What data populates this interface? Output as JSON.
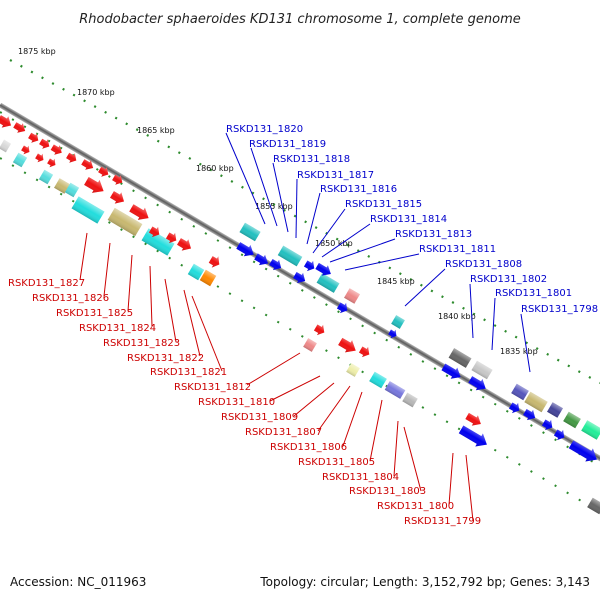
{
  "title": "Rhodobacter sphaeroides KD131 chromosome 1, complete genome",
  "footer": {
    "accession": "Accession: NC_011963",
    "summary": "Topology: circular; Length: 3,152,792 bp; Genes: 3,143"
  },
  "colors": {
    "upper_label": "#0000cc",
    "lower_label": "#cc0000",
    "backbone": "#777777",
    "tick": "#2e8b2e"
  },
  "kbp_labels": [
    "1875 kbp",
    "1870 kbp",
    "1865 kbp",
    "1860 kbp",
    "1855 kbp",
    "1850 kbp",
    "1845 kbp",
    "1840 kbp",
    "1835 kbp"
  ],
  "upper_genes": [
    "RSKD131_1820",
    "RSKD131_1819",
    "RSKD131_1818",
    "RSKD131_1817",
    "RSKD131_1816",
    "RSKD131_1815",
    "RSKD131_1814",
    "RSKD131_1813",
    "RSKD131_1811",
    "RSKD131_1808",
    "RSKD131_1802",
    "RSKD131_1801",
    "RSKD131_1798"
  ],
  "lower_genes": [
    "RSKD131_1827",
    "RSKD131_1826",
    "RSKD131_1825",
    "RSKD131_1824",
    "RSKD131_1823",
    "RSKD131_1822",
    "RSKD131_1821",
    "RSKD131_1812",
    "RSKD131_1810",
    "RSKD131_1809",
    "RSKD131_1807",
    "RSKD131_1806",
    "RSKD131_1805",
    "RSKD131_1804",
    "RSKD131_1803",
    "RSKD131_1800",
    "RSKD131_1799"
  ]
}
